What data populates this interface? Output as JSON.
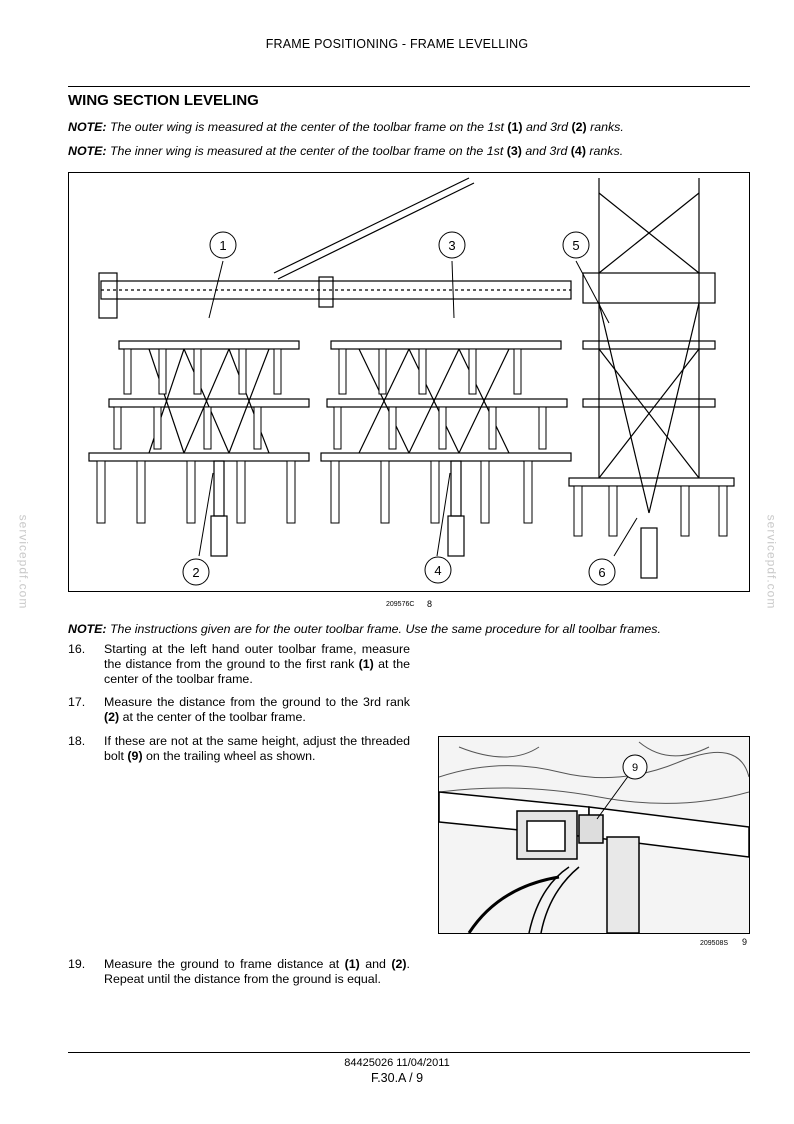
{
  "header": {
    "title": "FRAME POSITIONING - FRAME LEVELLING"
  },
  "section": {
    "title": "WING SECTION LEVELING"
  },
  "notes": {
    "note1": {
      "lead": "NOTE:",
      "t1": " The outer wing is measured at the center of the toolbar frame on the 1st ",
      "b1": "(1)",
      "t2": " and 3rd ",
      "b2": "(2)",
      "t3": " ranks."
    },
    "note2": {
      "lead": "NOTE:",
      "t1": " The inner wing is measured at the center of the toolbar frame on the 1st ",
      "b1": "(3)",
      "t2": " and 3rd ",
      "b2": "(4)",
      "t3": " ranks."
    },
    "note3": {
      "lead": "NOTE:",
      "t1": " The instructions given are for the outer toolbar frame.  Use the same procedure for all toolbar frames."
    }
  },
  "figure8": {
    "caption": "209576C",
    "number": "8",
    "callouts": [
      "1",
      "2",
      "3",
      "4",
      "5",
      "6"
    ]
  },
  "figure9": {
    "caption": "209508S",
    "number": "9",
    "callout": "9"
  },
  "steps": [
    {
      "num": "16.",
      "t1": "Starting at the left hand outer toolbar frame, measure the distance from the ground to the first rank ",
      "b1": "(1)",
      "t2": " at the center of the toolbar frame."
    },
    {
      "num": "17.",
      "t1": "Measure the distance from the ground to the 3rd rank ",
      "b1": "(2)",
      "t2": " at the center of the toolbar frame."
    },
    {
      "num": "18.",
      "t1": "If these are not at the same height, adjust the threaded bolt ",
      "b1": "(9)",
      "t2": " on the trailing wheel as shown."
    },
    {
      "num": "19.",
      "t1": "Measure the ground to frame distance at ",
      "b1": "(1)",
      "t2": " and ",
      "b2": "(2)",
      "t3": ". Repeat until the distance from the ground is equal."
    }
  ],
  "footer": {
    "doc": "84425026 11/04/2011",
    "page": "F.30.A / 9"
  },
  "watermark": "servicepdf.com"
}
